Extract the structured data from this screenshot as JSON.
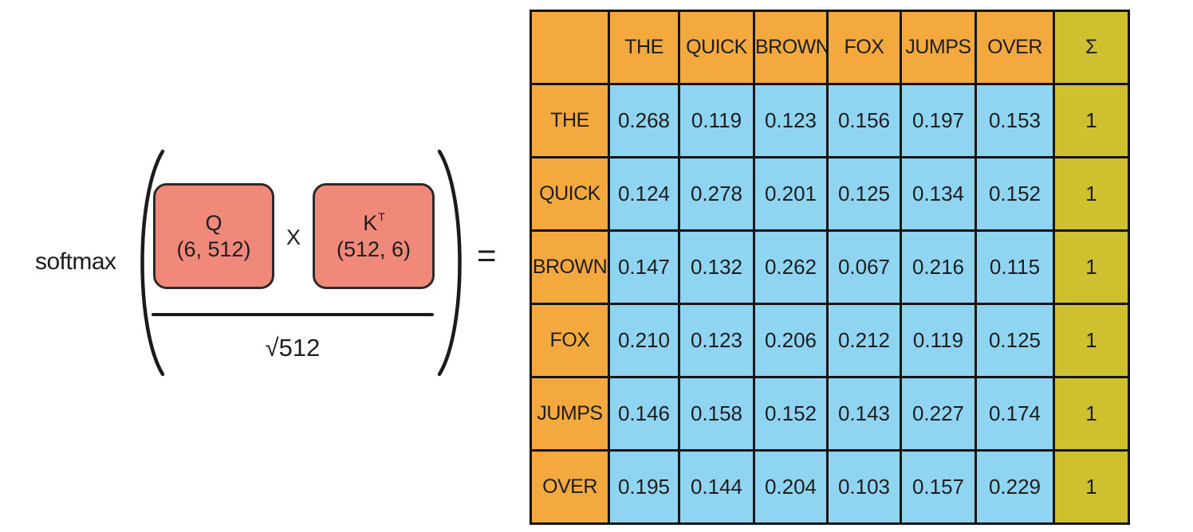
{
  "formula": {
    "function_label": "softmax",
    "numerator": {
      "q_matrix": {
        "name": "Q",
        "shape": "(6, 512)"
      },
      "operator": "X",
      "k_matrix": {
        "name": "K",
        "superscript": "T",
        "shape": "(512, 6)"
      }
    },
    "denominator": "√512",
    "equals_sign": "="
  },
  "matrix": {
    "column_headers": [
      "THE",
      "QUICK",
      "BROWN",
      "FOX",
      "JUMPS",
      "OVER"
    ],
    "sum_header": "Σ",
    "rows": [
      {
        "label": "THE",
        "values": [
          "0.268",
          "0.119",
          "0.123",
          "0.156",
          "0.197",
          "0.153"
        ],
        "sum": "1"
      },
      {
        "label": "QUICK",
        "values": [
          "0.124",
          "0.278",
          "0.201",
          "0.125",
          "0.134",
          "0.152"
        ],
        "sum": "1"
      },
      {
        "label": "BROWN",
        "values": [
          "0.147",
          "0.132",
          "0.262",
          "0.067",
          "0.216",
          "0.115"
        ],
        "sum": "1"
      },
      {
        "label": "FOX",
        "values": [
          "0.210",
          "0.123",
          "0.206",
          "0.212",
          "0.119",
          "0.125"
        ],
        "sum": "1"
      },
      {
        "label": "JUMPS",
        "values": [
          "0.146",
          "0.158",
          "0.152",
          "0.143",
          "0.227",
          "0.174"
        ],
        "sum": "1"
      },
      {
        "label": "OVER",
        "values": [
          "0.195",
          "0.144",
          "0.204",
          "0.103",
          "0.157",
          "0.229"
        ],
        "sum": "1"
      }
    ]
  },
  "colors": {
    "orange": "#F4A93E",
    "blue": "#8FD5F2",
    "olive": "#CFC02F",
    "salmon": "#F0897A",
    "ink": "#1d1d1d",
    "line": "#1b1b1b"
  }
}
